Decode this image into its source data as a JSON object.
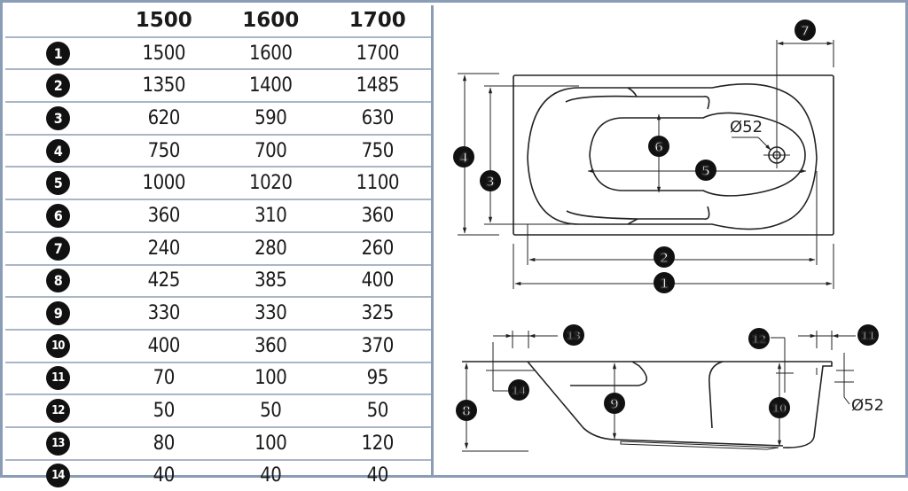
{
  "table": {
    "header": {
      "corner": "",
      "columns": [
        "1500",
        "1600",
        "1700"
      ]
    },
    "rows": [
      {
        "id": "1",
        "values": [
          "1500",
          "1600",
          "1700"
        ]
      },
      {
        "id": "2",
        "values": [
          "1350",
          "1400",
          "1485"
        ]
      },
      {
        "id": "3",
        "values": [
          "620",
          "590",
          "630"
        ]
      },
      {
        "id": "4",
        "values": [
          "750",
          "700",
          "750"
        ]
      },
      {
        "id": "5",
        "values": [
          "1000",
          "1020",
          "1100"
        ]
      },
      {
        "id": "6",
        "values": [
          "360",
          "310",
          "360"
        ]
      },
      {
        "id": "7",
        "values": [
          "240",
          "280",
          "260"
        ]
      },
      {
        "id": "8",
        "values": [
          "425",
          "385",
          "400"
        ]
      },
      {
        "id": "9",
        "values": [
          "330",
          "330",
          "325"
        ]
      },
      {
        "id": "10",
        "values": [
          "400",
          "360",
          "370"
        ]
      },
      {
        "id": "11",
        "values": [
          "70",
          "100",
          "95"
        ]
      },
      {
        "id": "12",
        "values": [
          "50",
          "50",
          "50"
        ]
      },
      {
        "id": "13",
        "values": [
          "80",
          "100",
          "120"
        ]
      },
      {
        "id": "14",
        "values": [
          "40",
          "40",
          "40"
        ]
      }
    ]
  },
  "diagram": {
    "top_view": {
      "drain_label": "Ø52",
      "callouts": [
        "1",
        "2",
        "3",
        "4",
        "5",
        "6",
        "7"
      ]
    },
    "side_view": {
      "overflow_label": "Ø52",
      "callouts": [
        "8",
        "9",
        "10",
        "11",
        "12",
        "13",
        "14"
      ]
    }
  },
  "colors": {
    "border": "#8a9db5",
    "row_divider": "#a9b6c6",
    "badge_fill": "#111111",
    "line": "#222222"
  }
}
